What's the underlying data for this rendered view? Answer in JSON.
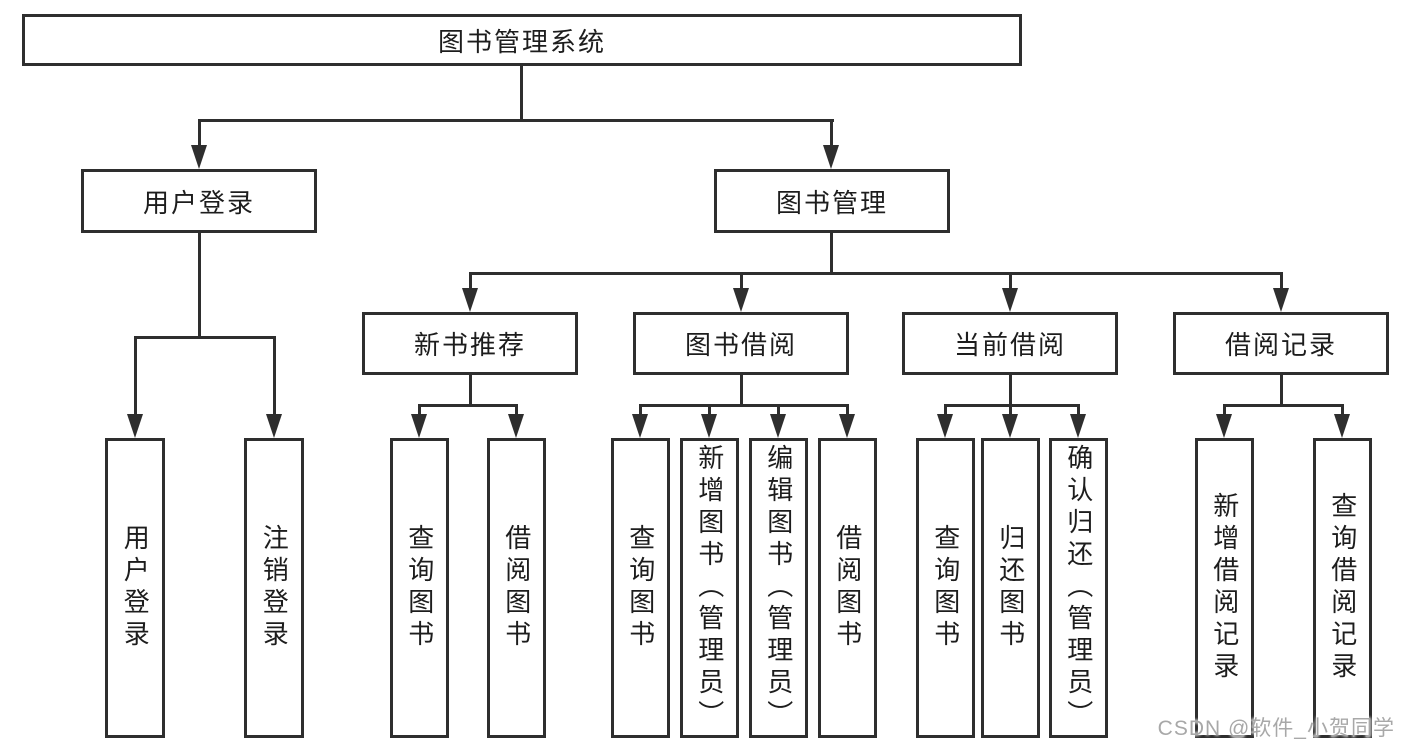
{
  "tree": {
    "label": "图书管理系统",
    "children": [
      {
        "label": "用户登录",
        "children": [
          {
            "label": "用户登录"
          },
          {
            "label": "注销登录"
          }
        ]
      },
      {
        "label": "图书管理",
        "children": [
          {
            "label": "新书推荐",
            "children": [
              {
                "label": "查询图书"
              },
              {
                "label": "借阅图书"
              }
            ]
          },
          {
            "label": "图书借阅",
            "children": [
              {
                "label": "查询图书"
              },
              {
                "label": "新增图书（管理员）"
              },
              {
                "label": "编辑图书（管理员）"
              },
              {
                "label": "借阅图书"
              }
            ]
          },
          {
            "label": "当前借阅",
            "children": [
              {
                "label": "查询图书"
              },
              {
                "label": "归还图书"
              },
              {
                "label": "确认归还（管理员）"
              }
            ]
          },
          {
            "label": "借阅记录",
            "children": [
              {
                "label": "新增借阅记录"
              },
              {
                "label": "查询借阅记录"
              }
            ]
          }
        ]
      }
    ]
  },
  "watermark": {
    "text": "CSDN @软件_小贺同学"
  },
  "colors": {
    "line": "#2e2e2e",
    "text": "#1d1d1d",
    "background": "#ffffff",
    "watermark": "#a8a8a8"
  }
}
